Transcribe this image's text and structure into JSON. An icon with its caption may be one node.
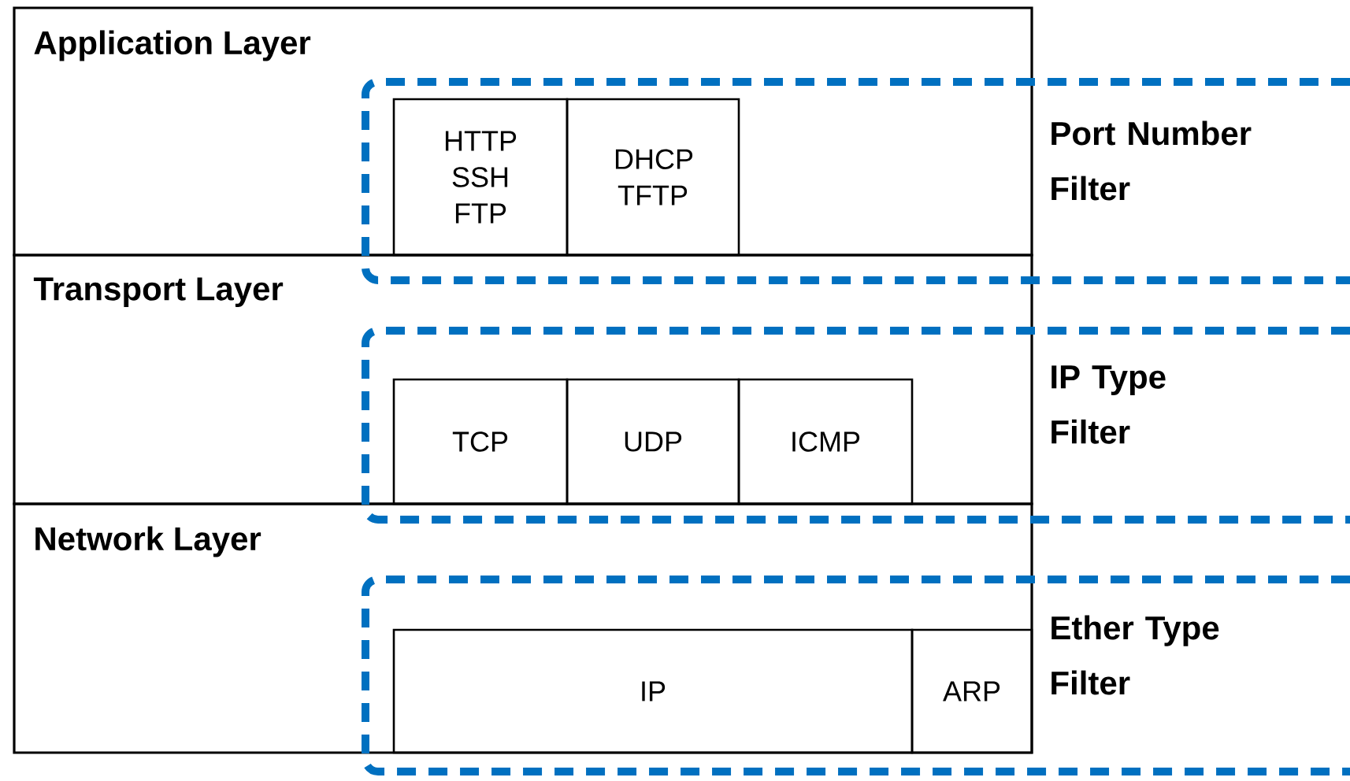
{
  "diagram": {
    "nodes": [
      {
        "text": [
          "Application Layer"
        ]
      },
      {
        "text": [
          "Port Number Filter"
        ]
      },
      {
        "text": [
          "HTTP SSH FTP"
        ]
      },
      {
        "text": [
          "DHCP TFTP"
        ]
      },
      {
        "text": [
          "Transport Layer"
        ]
      },
      {
        "text": [
          "IP Type Filter"
        ]
      },
      {
        "text": [
          "TCP"
        ]
      },
      {
        "text": [
          "UDP"
        ]
      },
      {
        "text": [
          "ICMP"
        ]
      },
      {
        "text": [
          "Network Layer"
        ]
      },
      {
        "text": [
          "Ether Type Filter"
        ]
      },
      {
        "text": [
          "IP"
        ]
      },
      {
        "text": [
          "ARP"
        ]
      }
    ]
  }
}
